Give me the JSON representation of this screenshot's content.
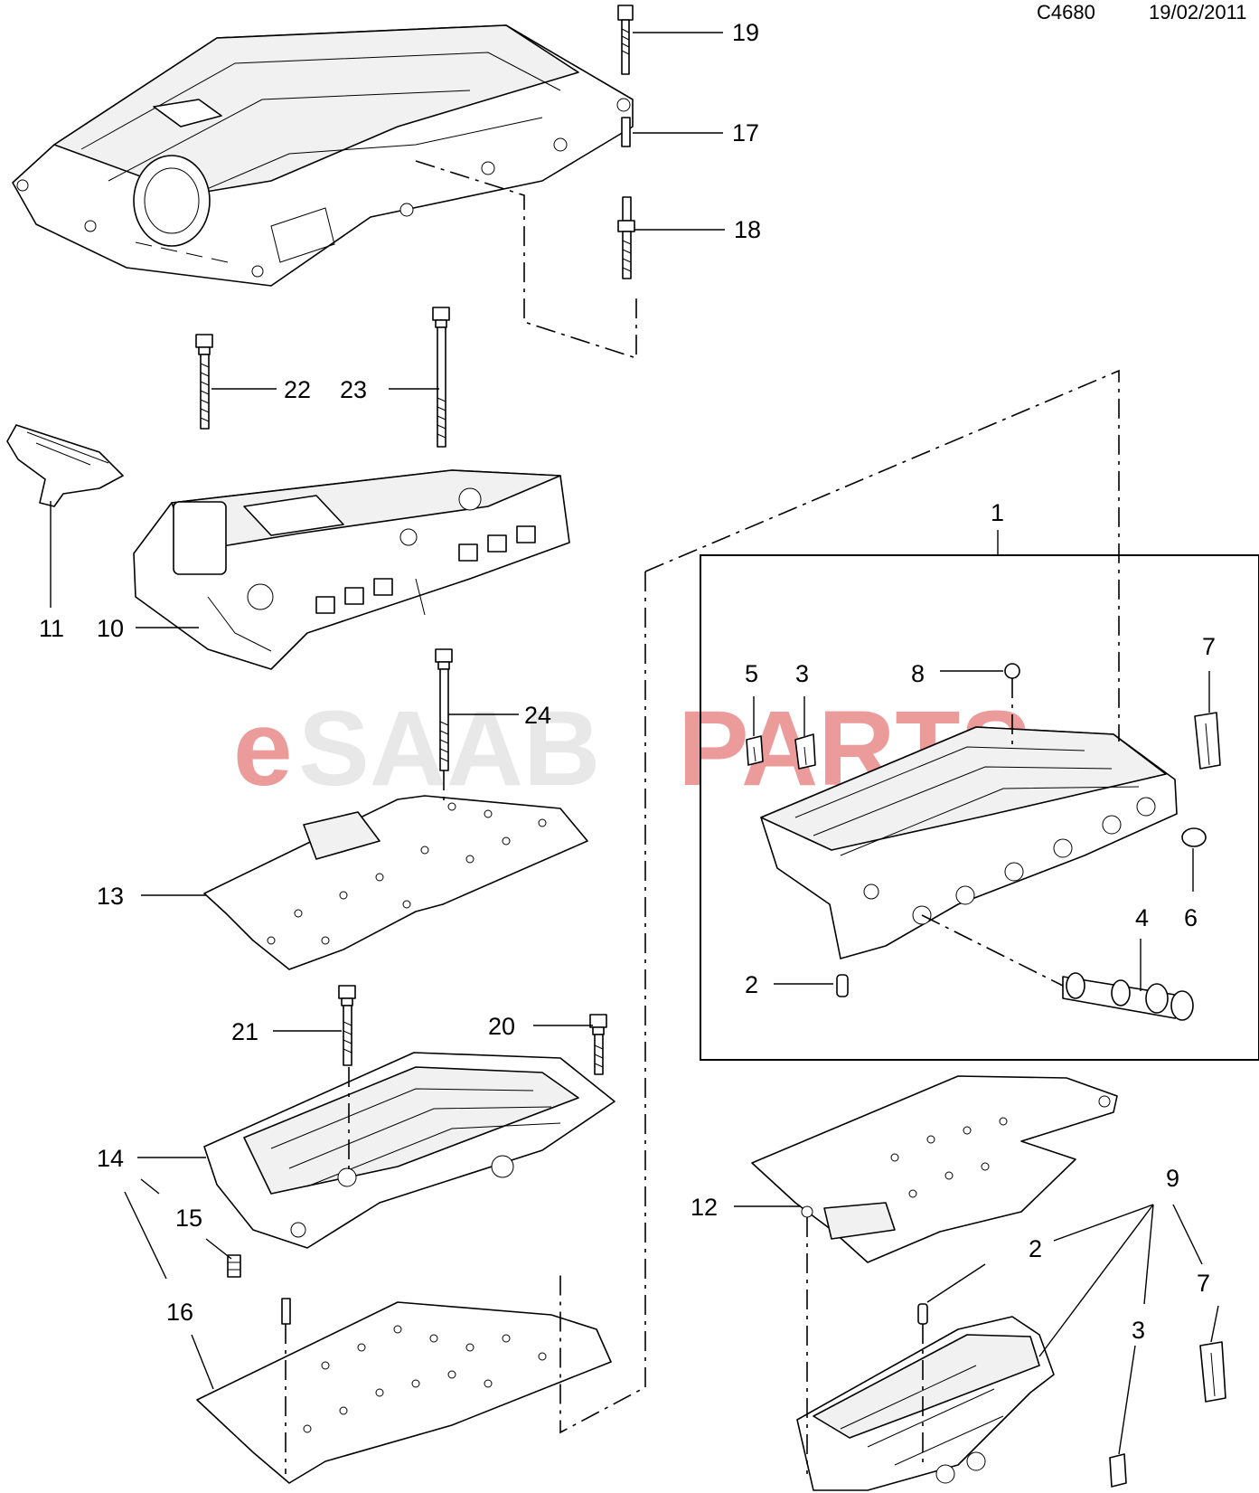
{
  "header": {
    "code": "C4680",
    "date": "19/02/2011"
  },
  "watermark": {
    "part1": "e",
    "part2": "SAAB",
    "part3": "PARTS",
    "accent": "#e05a5a",
    "neutral": "#d7d7d7"
  },
  "callouts": {
    "c1": "1",
    "c2a": "2",
    "c2b": "2",
    "c3a": "3",
    "c3b": "3",
    "c4": "4",
    "c5": "5",
    "c6": "6",
    "c7a": "7",
    "c7b": "7",
    "c8": "8",
    "c9": "9",
    "c10": "10",
    "c11": "11",
    "c12": "12",
    "c13": "13",
    "c14": "14",
    "c15": "15",
    "c16": "16",
    "c17": "17",
    "c18": "18",
    "c19": "19",
    "c20": "20",
    "c21": "21",
    "c22": "22",
    "c23": "23",
    "c24": "24"
  }
}
